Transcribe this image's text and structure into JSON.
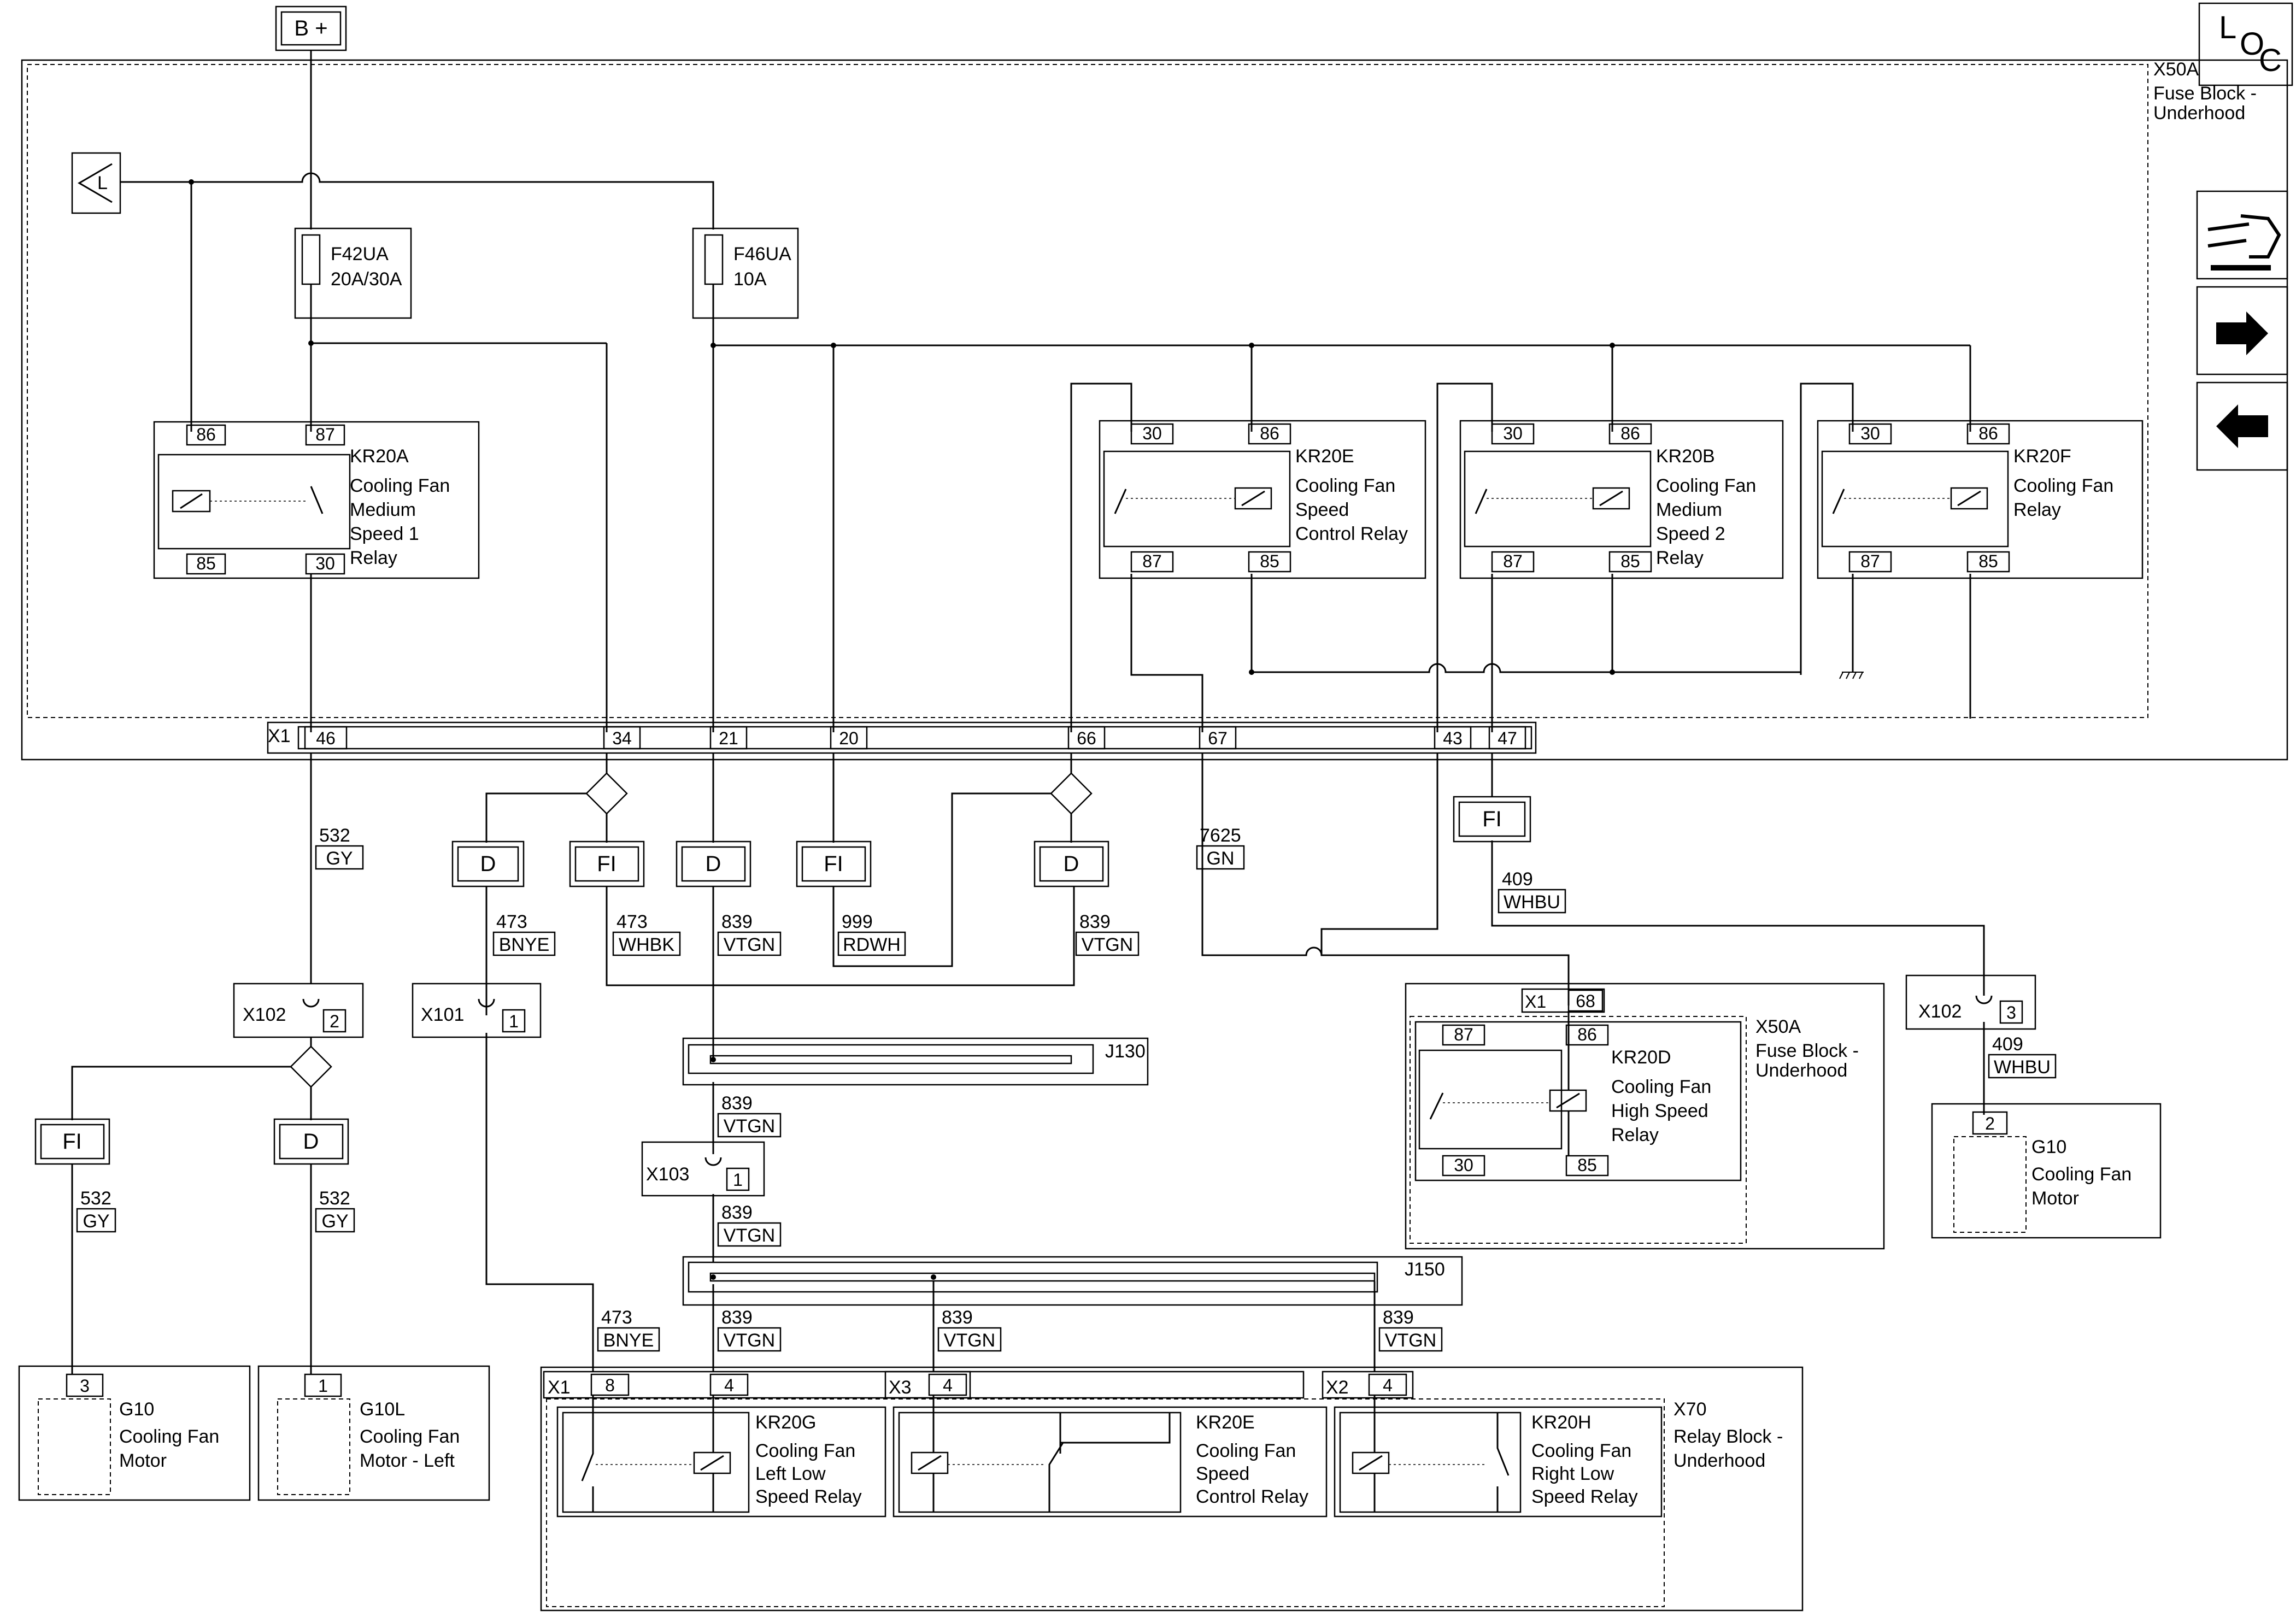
{
  "power": {
    "label": "B +"
  },
  "loc_button": {
    "l": "L",
    "o": "O",
    "c": "C"
  },
  "ground_ref": {
    "label": "L"
  },
  "fuse_block_top": {
    "id": "X50A",
    "name_line1": "Fuse Block -",
    "name_line2": "Underhood"
  },
  "fuses": [
    {
      "id": "F42UA",
      "rating": "20A/30A"
    },
    {
      "id": "F46UA",
      "rating": "10A"
    }
  ],
  "relays_top": [
    {
      "id": "KR20A",
      "pins": [
        "86",
        "87",
        "85",
        "30"
      ],
      "name": [
        "Cooling Fan",
        "Medium",
        "Speed 1",
        "Relay"
      ]
    },
    {
      "id": "KR20E",
      "pins": [
        "30",
        "86",
        "87",
        "85"
      ],
      "name": [
        "Cooling Fan",
        "Speed",
        "Control Relay"
      ]
    },
    {
      "id": "KR20B",
      "pins": [
        "30",
        "86",
        "87",
        "85"
      ],
      "name": [
        "Cooling Fan",
        "Medium",
        "Speed 2",
        "Relay"
      ]
    },
    {
      "id": "KR20F",
      "pins": [
        "30",
        "86",
        "87",
        "85"
      ],
      "name": [
        "Cooling Fan",
        "Relay"
      ]
    }
  ],
  "connector_x1": {
    "id": "X1",
    "pins": [
      "46",
      "34",
      "21",
      "20",
      "66",
      "67",
      "43",
      "47"
    ]
  },
  "option_boxes": [
    "D",
    "FI",
    "D",
    "FI",
    "D",
    "FI",
    "FI",
    "D"
  ],
  "wires": [
    {
      "circuit": "532",
      "color": "GY"
    },
    {
      "circuit": "473",
      "color": "BNYE"
    },
    {
      "circuit": "473",
      "color": "WHBK"
    },
    {
      "circuit": "839",
      "color": "VTGN"
    },
    {
      "circuit": "999",
      "color": "RDWH"
    },
    {
      "circuit": "839",
      "color": "VTGN"
    },
    {
      "circuit": "7625",
      "color": "GN"
    },
    {
      "circuit": "409",
      "color": "WHBU"
    },
    {
      "circuit": "839",
      "color": "VTGN"
    },
    {
      "circuit": "839",
      "color": "VTGN"
    },
    {
      "circuit": "409",
      "color": "WHBU"
    },
    {
      "circuit": "532",
      "color": "GY"
    },
    {
      "circuit": "532",
      "color": "GY"
    },
    {
      "circuit": "473",
      "color": "BNYE"
    },
    {
      "circuit": "839",
      "color": "VTGN"
    },
    {
      "circuit": "839",
      "color": "VTGN"
    },
    {
      "circuit": "839",
      "color": "VTGN"
    }
  ],
  "inline_connectors": [
    {
      "id": "X102",
      "pin": "2"
    },
    {
      "id": "X101",
      "pin": "1"
    },
    {
      "id": "X103",
      "pin": "1"
    },
    {
      "id": "X102",
      "pin": "3"
    }
  ],
  "splices": [
    "J130",
    "J150"
  ],
  "relay_kr20d": {
    "connector": "X1",
    "conn_pin": "68",
    "block_id": "X50A",
    "block_name_line1": "Fuse Block -",
    "block_name_line2": "Underhood",
    "id": "KR20D",
    "pins": [
      "87",
      "86",
      "30",
      "85"
    ],
    "name": [
      "Cooling Fan",
      "High Speed",
      "Relay"
    ]
  },
  "motors": [
    {
      "pin": "3",
      "id": "G10",
      "name": [
        "Cooling Fan",
        "Motor"
      ]
    },
    {
      "pin": "1",
      "id": "G10L",
      "name": [
        "Cooling Fan",
        "Motor - Left"
      ]
    },
    {
      "pin": "2",
      "id": "G10",
      "name": [
        "Cooling Fan",
        "Motor"
      ]
    }
  ],
  "relay_block_bottom": {
    "id": "X70",
    "name_line1": "Relay Block -",
    "name_line2": "Underhood",
    "connectors": [
      {
        "id": "X1",
        "pins": [
          "8",
          "4"
        ]
      },
      {
        "id": "X3",
        "pins": [
          "4"
        ]
      },
      {
        "id": "X2",
        "pins": [
          "4"
        ]
      }
    ],
    "relays": [
      {
        "id": "KR20G",
        "name": [
          "Cooling Fan",
          "Left Low",
          "Speed Relay"
        ]
      },
      {
        "id": "KR20E",
        "name": [
          "Cooling Fan",
          "Speed",
          "Control Relay"
        ]
      },
      {
        "id": "KR20H",
        "name": [
          "Cooling Fan",
          "Right Low",
          "Speed Relay"
        ]
      }
    ]
  },
  "nav_icons": [
    "wrench-arrows-icon",
    "arrow-right-icon",
    "arrow-left-icon"
  ]
}
